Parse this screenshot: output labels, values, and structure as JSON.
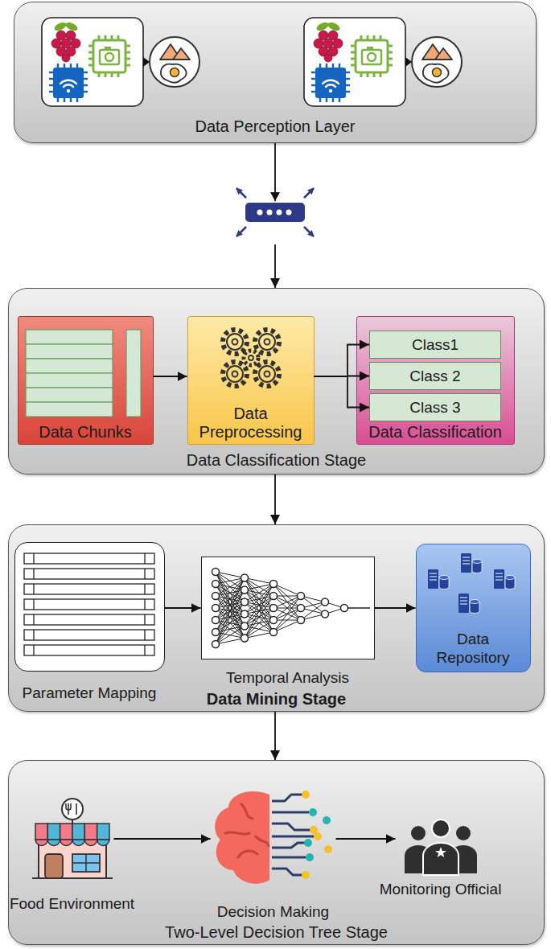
{
  "diagram": {
    "nodes": [
      {
        "text": [
          "Data Perception Layer"
        ]
      },
      {
        "text": [
          "Data Classification Stage"
        ]
      },
      {
        "text": [
          "Data Chunks"
        ],
        "in": 1
      },
      {
        "text": [
          "Data Preprocessing"
        ],
        "in": 1
      },
      {
        "text": [
          "Data Classification"
        ],
        "in": 1
      },
      {
        "text": [
          "Class1"
        ],
        "in": 4
      },
      {
        "text": [
          "Class 2"
        ],
        "in": 4
      },
      {
        "text": [
          "Class 3"
        ],
        "in": 4
      },
      {
        "text": [
          "Data Mining Stage"
        ]
      },
      {
        "text": [
          "Parameter Mapping"
        ],
        "in": 8
      },
      {
        "text": [
          "Temporal Analysis"
        ],
        "in": 8
      },
      {
        "text": [
          "Data Repository"
        ],
        "in": 8
      },
      {
        "text": [
          "Two-Level Decision Tree Stage"
        ]
      },
      {
        "text": [
          "Food Environment"
        ],
        "in": 12
      },
      {
        "text": [
          "Decision Making"
        ],
        "in": 12
      },
      {
        "text": [
          "Monitoring Official"
        ],
        "in": 12
      }
    ],
    "edges": [
      {
        "from": 0,
        "to": 1,
        "arrow": "to"
      },
      {
        "from": 1,
        "to": 8,
        "arrow": "to"
      },
      {
        "from": 8,
        "to": 12,
        "arrow": "to"
      },
      {
        "from": 2,
        "to": 3,
        "arrow": "to"
      },
      {
        "from": 3,
        "to": 5,
        "arrow": "to"
      },
      {
        "from": 3,
        "to": 6,
        "arrow": "to"
      },
      {
        "from": 3,
        "to": 7,
        "arrow": "to"
      },
      {
        "from": 9,
        "to": 10,
        "arrow": "to"
      },
      {
        "from": 10,
        "to": 11,
        "arrow": "to"
      },
      {
        "from": 13,
        "to": 14,
        "arrow": "to"
      },
      {
        "from": 14,
        "to": 15,
        "arrow": "to"
      }
    ]
  }
}
